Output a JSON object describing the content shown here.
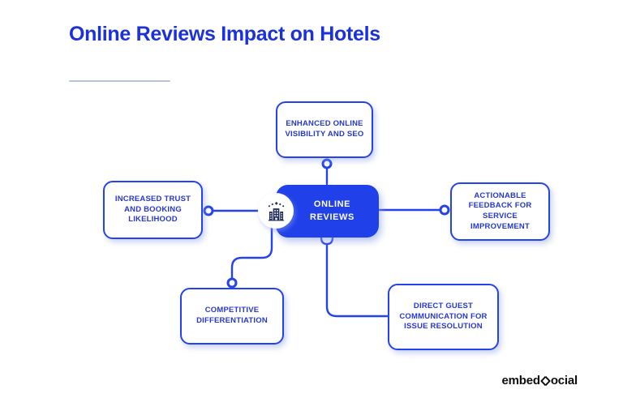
{
  "header": {
    "title": "Online Reviews Impact on Hotels"
  },
  "colors": {
    "accent": "#2543eb",
    "fill": "#2041e9",
    "title": "#1b31d9",
    "text": "#2638cf",
    "icon": "#222c55",
    "underline": "#b8c3df",
    "logo": "#0d0d0d"
  },
  "diagram": {
    "center": {
      "label": "ONLINE REVIEWS",
      "icon": "hotel-stars-icon"
    },
    "nodes": [
      {
        "id": "top",
        "label": "ENHANCED ONLINE VISIBILITY AND SEO"
      },
      {
        "id": "left",
        "label": "INCREASED TRUST AND BOOKING LIKELIHOOD"
      },
      {
        "id": "right",
        "label": "ACTIONABLE FEEDBACK FOR SERVICE IMPROVEMENT"
      },
      {
        "id": "bottom-left",
        "label": "COMPETITIVE DIFFERENTIATION"
      },
      {
        "id": "bottom-right",
        "label": "DIRECT GUEST COMMUNICATION FOR ISSUE RESOLUTION"
      }
    ]
  },
  "footer": {
    "logo_prefix": "embed",
    "logo_suffix": "ocial",
    "logo_mark": "s-chevron-mark"
  }
}
